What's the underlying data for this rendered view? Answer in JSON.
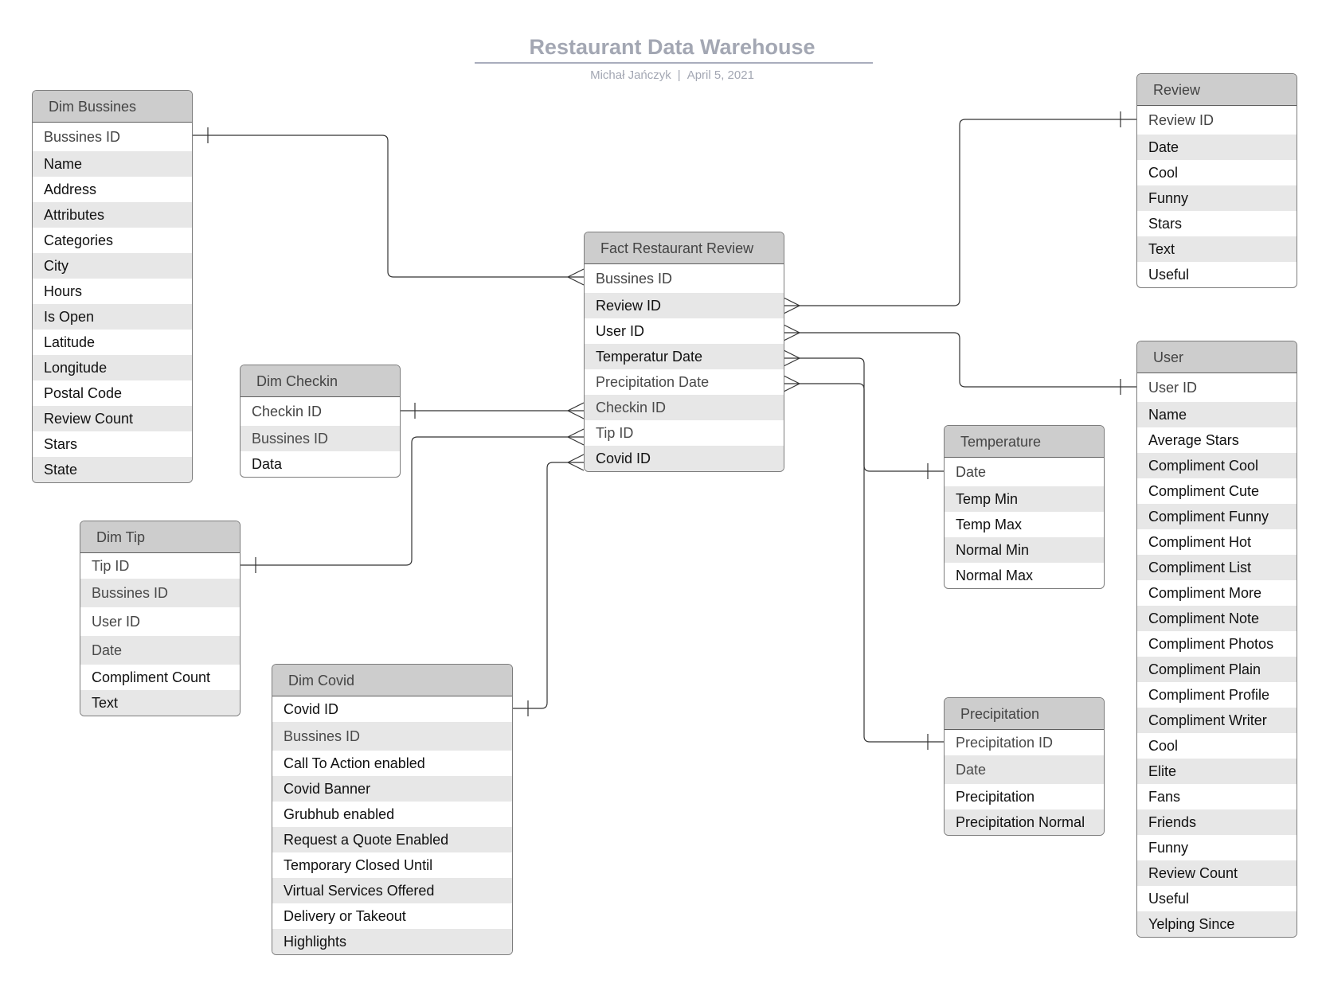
{
  "header": {
    "title": "Restaurant Data Warehouse",
    "author": "Michał Jańczyk",
    "separator": "|",
    "date": "April 5, 2021"
  },
  "entities": {
    "dim_bussines": {
      "name": "Dim Bussines",
      "fields": [
        "Bussines ID",
        "Name",
        "Address",
        "Attributes",
        "Categories",
        "City",
        "Hours",
        "Is Open",
        "Latitude",
        "Longitude",
        "Postal Code",
        "Review Count",
        "Stars",
        "State"
      ]
    },
    "fact": {
      "name": "Fact Restaurant Review",
      "fields": [
        "Bussines ID",
        "Review ID",
        "User ID",
        "Temperatur Date",
        "Precipitation Date",
        "Checkin ID",
        "Tip ID",
        "Covid ID"
      ]
    },
    "dim_checkin": {
      "name": "Dim Checkin",
      "fields": [
        "Checkin ID",
        "Bussines ID",
        "Data"
      ]
    },
    "dim_tip": {
      "name": "Dim Tip",
      "fields": [
        "Tip ID",
        "Bussines ID",
        "User ID",
        "Date",
        "Compliment Count",
        "Text"
      ]
    },
    "dim_covid": {
      "name": "Dim Covid",
      "fields": [
        "Covid ID",
        "Bussines ID",
        "Call To Action enabled",
        "Covid Banner",
        "Grubhub enabled",
        "Request a Quote Enabled",
        "Temporary Closed Until",
        "Virtual Services Offered",
        "Delivery or Takeout",
        "Highlights"
      ]
    },
    "review": {
      "name": "Review",
      "fields": [
        "Review ID",
        "Date",
        "Cool",
        "Funny",
        "Stars",
        "Text",
        "Useful"
      ]
    },
    "user": {
      "name": "User",
      "fields": [
        "User ID",
        "Name",
        "Average Stars",
        "Compliment Cool",
        "Compliment Cute",
        "Compliment Funny",
        "Compliment Hot",
        "Compliment List",
        "Compliment More",
        "Compliment Note",
        "Compliment Photos",
        "Compliment Plain",
        "Compliment Profile",
        "Compliment Writer",
        "Cool",
        "Elite",
        "Fans",
        "Friends",
        "Funny",
        "Review Count",
        "Useful",
        "Yelping Since"
      ]
    },
    "temperature": {
      "name": "Temperature",
      "fields": [
        "Date",
        "Temp Min",
        "Temp Max",
        "Normal Min",
        "Normal Max"
      ]
    },
    "precipitation": {
      "name": "Precipitation",
      "fields": [
        "Precipitation ID",
        "Date",
        "Precipitation",
        "Precipitation Normal"
      ]
    }
  },
  "relationships": [
    {
      "from": "Dim Bussines.Bussines ID",
      "to": "Fact Restaurant Review.Bussines ID",
      "type": "one-to-many"
    },
    {
      "from": "Review.Review ID",
      "to": "Fact Restaurant Review.Review ID",
      "type": "one-to-many"
    },
    {
      "from": "User.User ID",
      "to": "Fact Restaurant Review.User ID",
      "type": "one-to-many"
    },
    {
      "from": "Temperature.Date",
      "to": "Fact Restaurant Review.Temperatur Date",
      "type": "one-to-many"
    },
    {
      "from": "Precipitation.Precipitation ID",
      "to": "Fact Restaurant Review.Precipitation Date",
      "type": "one-to-many"
    },
    {
      "from": "Dim Checkin.Checkin ID",
      "to": "Fact Restaurant Review.Checkin ID",
      "type": "one-to-many"
    },
    {
      "from": "Dim Tip.Tip ID",
      "to": "Fact Restaurant Review.Tip ID",
      "type": "one-to-many"
    },
    {
      "from": "Dim Covid.Covid ID",
      "to": "Fact Restaurant Review.Covid ID",
      "type": "one-to-many"
    }
  ],
  "colors": {
    "header_fill": "#cdcdcd",
    "row_alt": "#e7e7e7",
    "title": "#a3a7b3",
    "line": "#333333"
  }
}
